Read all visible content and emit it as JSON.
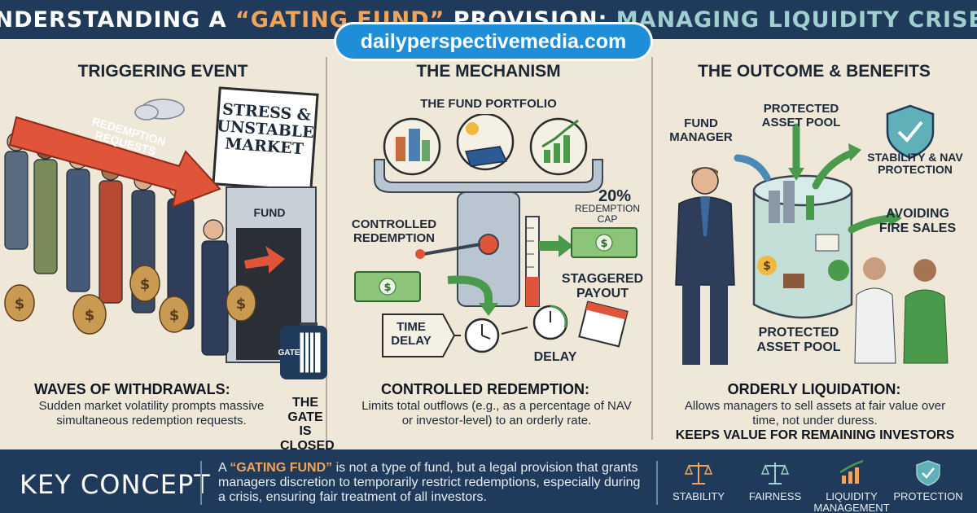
{
  "title": {
    "prefix": "UNDERSTANDING A ",
    "highlight": "“GATING FUND”",
    "middle": " PROVISION: ",
    "suffix": "MANAGING LIQUIDITY CRISES"
  },
  "watermark": "dailyperspectivemedia.com",
  "columns": {
    "trigger": {
      "heading": "TRIGGERING EVENT",
      "arrow_label": "REDEMPTION REQUESTS",
      "sign_text": "STRESS & UNSTABLE MARKET",
      "fund_sign": "FUND",
      "gate_sign": "GATE",
      "gate_closed": "THE GATE IS CLOSED",
      "caption_head": "WAVES OF WITHDRAWALS:",
      "caption_body": "Sudden market volatility prompts massive simultaneous redemption requests."
    },
    "mechanism": {
      "heading": "THE MECHANISM",
      "portfolio_label": "THE FUND PORTFOLIO",
      "cap_value": "20%",
      "cap_label": "REDEMPTION CAP",
      "controlled_label": "CONTROLLED REDEMPTION",
      "staggered_label": "STAGGERED PAYOUT",
      "time_delay_label": "TIME DELAY",
      "delay_label": "DELAY",
      "caption_head": "CONTROLLED REDEMPTION:",
      "caption_body": "Limits total outflows (e.g., as a percentage of NAV or investor-level) to an orderly rate."
    },
    "outcome": {
      "heading": "THE OUTCOME & BENEFITS",
      "manager_label": "FUND MANAGER",
      "pool_top_label": "PROTECTED ASSET POOL",
      "stability_label": "STABILITY & NAV PROTECTION",
      "fire_sales_label": "AVOIDING FIRE SALES",
      "pool_bottom_label": "PROTECTED ASSET POOL",
      "caption_head": "ORDERLY LIQUIDATION:",
      "caption_body": "Allows managers to sell assets at fair value over time, not under duress.",
      "caption_emphasis": "KEEPS VALUE FOR REMAINING INVESTORS"
    }
  },
  "footer": {
    "key_concept": "KEY CONCEPT",
    "text_prefix": "A ",
    "text_highlight": "“GATING FUND”",
    "text_rest": " is not a type of fund, but a legal provision that grants managers discretion to temporarily restrict redemptions, especially during a crisis, ensuring fair treatment of all investors.",
    "badges": [
      {
        "label": "STABILITY",
        "icon": "scales-icon"
      },
      {
        "label": "FAIRNESS",
        "icon": "scales-icon"
      },
      {
        "label": "LIQUIDITY MANAGEMENT",
        "icon": "growth-chart-icon"
      },
      {
        "label": "PROTECTION",
        "icon": "shield-check-icon"
      }
    ]
  },
  "colors": {
    "navy": "#1f3a5a",
    "orange": "#f0a35a",
    "teal": "#9fd0cf",
    "paper": "#efe7d8",
    "money_green": "#4a9a4c",
    "arrow_red": "#e0553a"
  }
}
